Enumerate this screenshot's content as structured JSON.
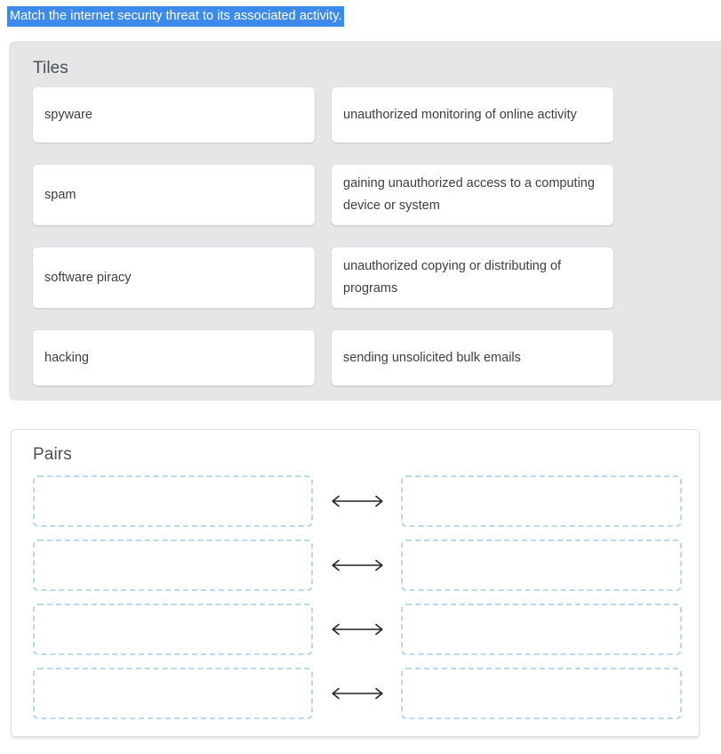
{
  "question": {
    "text": "Match the internet security threat to its associated activity.",
    "highlight_color": "#3b8aec",
    "text_color": "#ffffff"
  },
  "tiles_panel": {
    "heading": "Tiles",
    "background_color": "#e4e6e8",
    "rows": [
      {
        "left": "spyware",
        "right": "unauthorized monitoring of online activity"
      },
      {
        "left": "spam",
        "right": "gaining unauthorized access to a computing device or system"
      },
      {
        "left": "software piracy",
        "right": "unauthorized copying or distributing of programs"
      },
      {
        "left": "hacking",
        "right": "sending unsolicited bulk emails"
      }
    ]
  },
  "pairs_panel": {
    "heading": "Pairs",
    "border_color": "#dcdddf",
    "dropzone_border_color": "#b9d9e8",
    "connector_icon": "double-arrow-icon",
    "rows": [
      {
        "left_value": "",
        "right_value": ""
      },
      {
        "left_value": "",
        "right_value": ""
      },
      {
        "left_value": "",
        "right_value": ""
      },
      {
        "left_value": "",
        "right_value": ""
      }
    ]
  }
}
